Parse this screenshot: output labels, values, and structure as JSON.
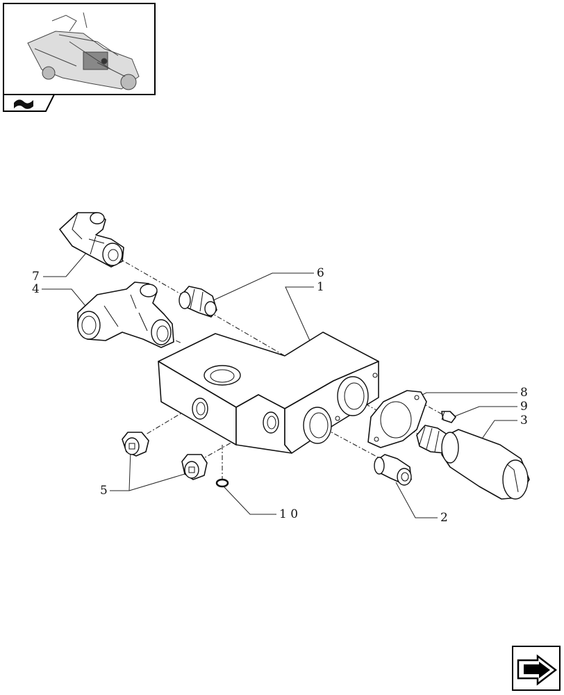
{
  "thumbnail": {
    "alt_icon": "tractor-assembly-thumbnail"
  },
  "nav": {
    "section_icon": "hydraulic-section-icon",
    "next_icon": "next-page-arrow-icon"
  },
  "callouts": {
    "c1": "1",
    "c2": "2",
    "c3": "3",
    "c4": "4",
    "c5": "5",
    "c6": "6",
    "c7": "7",
    "c8": "8",
    "c9": "9",
    "c10": "1 0"
  }
}
